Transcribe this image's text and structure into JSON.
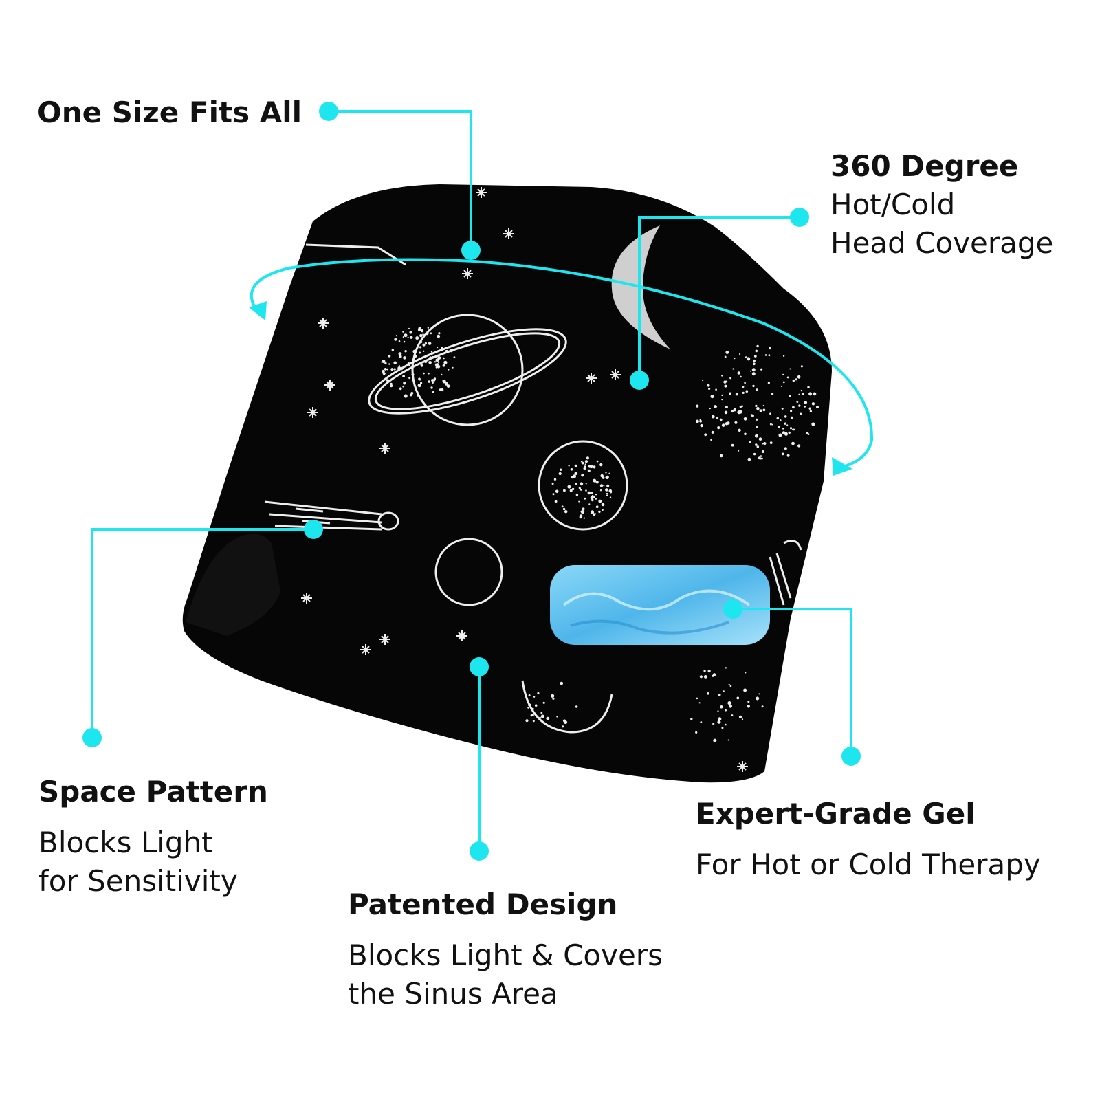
{
  "colors": {
    "accent": "#1ee6ee",
    "cap": "#060606",
    "pattern": "#eeeeee",
    "gel": "#6ec8f2",
    "text": "#111111"
  },
  "features": {
    "one_size": {
      "title": "One Size Fits All"
    },
    "degree": {
      "title": "360 Degree",
      "lines": [
        "Hot/Cold",
        "Head Coverage"
      ]
    },
    "space": {
      "title": "Space Pattern",
      "lines": [
        "Blocks Light",
        "for Sensitivity"
      ]
    },
    "patented": {
      "title": "Patented Design",
      "lines": [
        "Blocks Light & Covers",
        "the Sinus Area"
      ]
    },
    "gel": {
      "title": "Expert-Grade Gel",
      "lines": [
        "For Hot or Cold Therapy"
      ]
    }
  }
}
